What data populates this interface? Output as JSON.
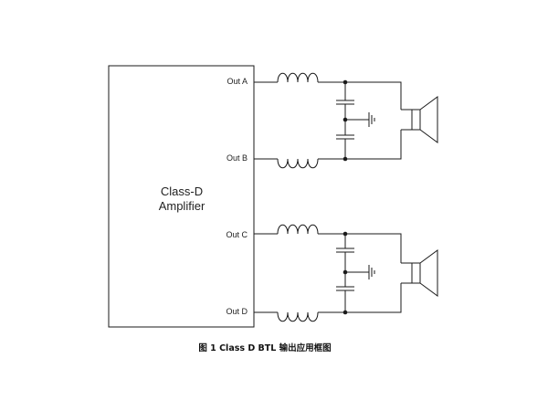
{
  "amplifier": {
    "title_line1": "Class-D",
    "title_line2": "Amplifier"
  },
  "outputs": [
    "Out A",
    "Out B",
    "Out C",
    "Out D"
  ],
  "caption": "图 1 Class D BTL 输出应用框图",
  "components": {
    "inductor_icon": "inductor-coil",
    "capacitor_icon": "capacitor",
    "ground_icon": "ground",
    "speaker_icon": "speaker"
  }
}
